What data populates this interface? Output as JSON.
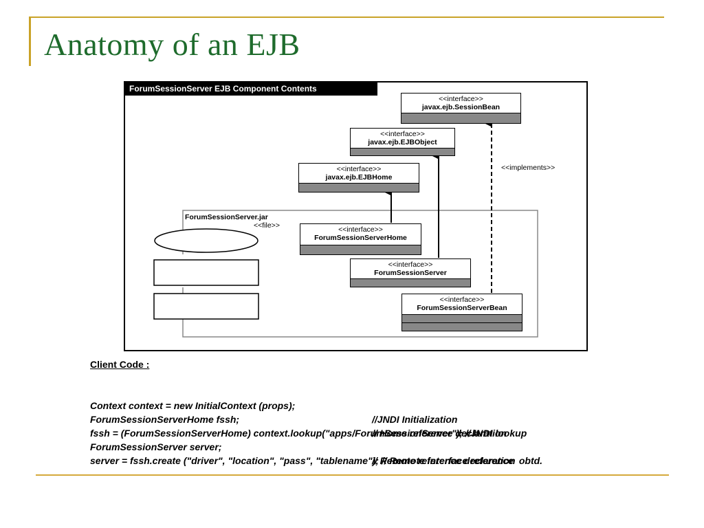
{
  "slide": {
    "title": "Anatomy of an EJB",
    "colors": {
      "title": "#1e6b2c",
      "accent_line": "#c9a227",
      "uml_gray": "#888888"
    }
  },
  "diagram": {
    "header": "ForumSessionServer EJB Component Contents",
    "implements_label": "<<implements>>",
    "jar": {
      "name": "ForumSessionServer.jar",
      "stereotype": "<<file>>"
    },
    "boxes": {
      "session_bean": {
        "stereotype": "<<interface>>",
        "name": "javax.ejb.SessionBean"
      },
      "ejb_object": {
        "stereotype": "<<interface>>",
        "name": "javax.ejb.EJBObject"
      },
      "ejb_home": {
        "stereotype": "<<interface>>",
        "name": "javax.ejb.EJBHome"
      },
      "server_home": {
        "stereotype": "<<interface>>",
        "name": "ForumSessionServerHome"
      },
      "server": {
        "stereotype": "<<interface>>",
        "name": "ForumSessionServer"
      },
      "server_bean": {
        "stereotype": "<<interface>>",
        "name": "ForumSessionServerBean"
      }
    }
  },
  "client_code": {
    "heading": "Client Code  :",
    "lines": [
      {
        "code": "Context context = new InitialContext (props);",
        "comment": "//JNDI Initialization"
      },
      {
        "code": "ForumSessionServerHome fssh;",
        "comment": "// Home reference declaration"
      },
      {
        "code": "fssh = (ForumSessionServerHome) context.lookup(\"apps/ForumSessionServer\"); //JNDI lookup",
        "comment": ""
      },
      {
        "code": "ForumSessionServer server;",
        "comment": "// Remote reference declaration"
      },
      {
        "code": "server = fssh.create (\"driver\", \"location\", \"pass\", \"tablename\"); // Remote interface reference  obtd.",
        "comment": ""
      }
    ]
  }
}
